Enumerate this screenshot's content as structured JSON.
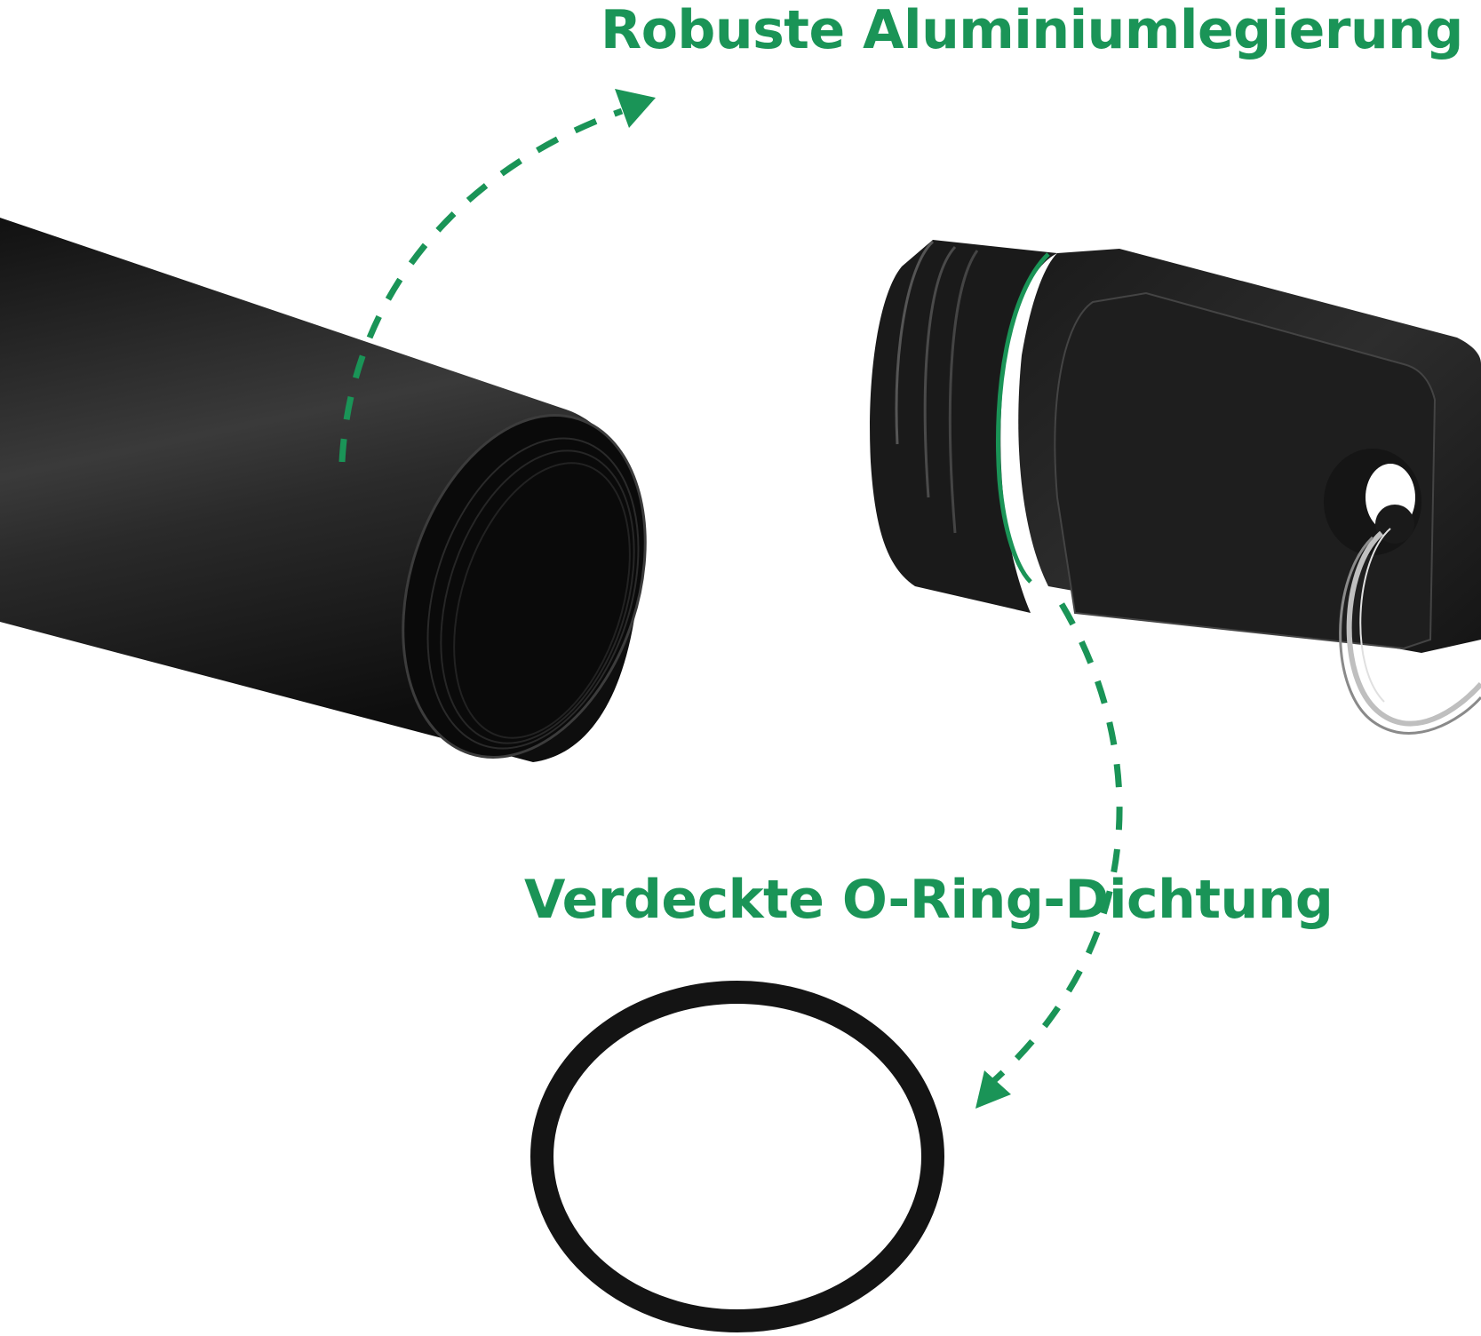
{
  "labels": {
    "top": "Robuste Aluminiumlegierung",
    "bottom": "Verdeckte O-Ring-Dichtung"
  },
  "colors": {
    "accent_green": "#1a9457",
    "product_black": "#1c1c1c",
    "background": "#ffffff"
  },
  "callouts": [
    {
      "id": "aluminium-arrow",
      "style": "dashed-curved-arrow",
      "points_to": "labels.top"
    },
    {
      "id": "oring-arrow",
      "style": "dashed-curved-arrow",
      "points_to": "o-ring"
    }
  ],
  "components": [
    "threaded-tube",
    "keychain-cap-with-ring",
    "o-ring-seal"
  ]
}
